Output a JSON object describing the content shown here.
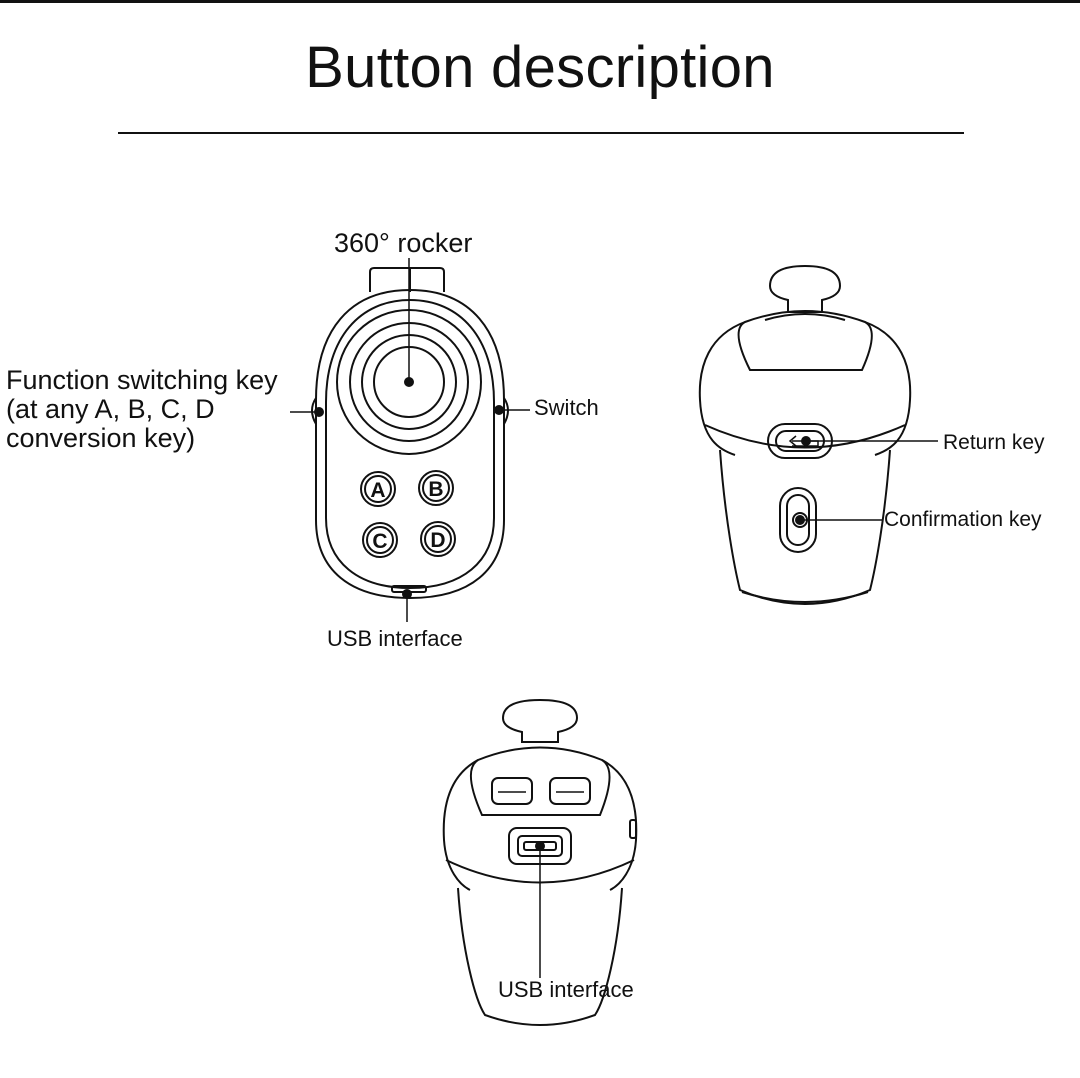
{
  "title": "Button description",
  "front_view": {
    "rocker_label": "360° rocker",
    "function_key_label": [
      "Function switching key",
      "(at any A, B, C, D",
      "conversion key)"
    ],
    "switch_label": "Switch",
    "usb_label": "USB interface",
    "keys": [
      "A",
      "B",
      "C",
      "D"
    ]
  },
  "side_view": {
    "return_key_label": "Return key",
    "confirm_key_label": "Confirmation key"
  },
  "bottom_view": {
    "usb_label": "USB interface"
  },
  "colors": {
    "ink": "#111111",
    "background": "#ffffff"
  }
}
